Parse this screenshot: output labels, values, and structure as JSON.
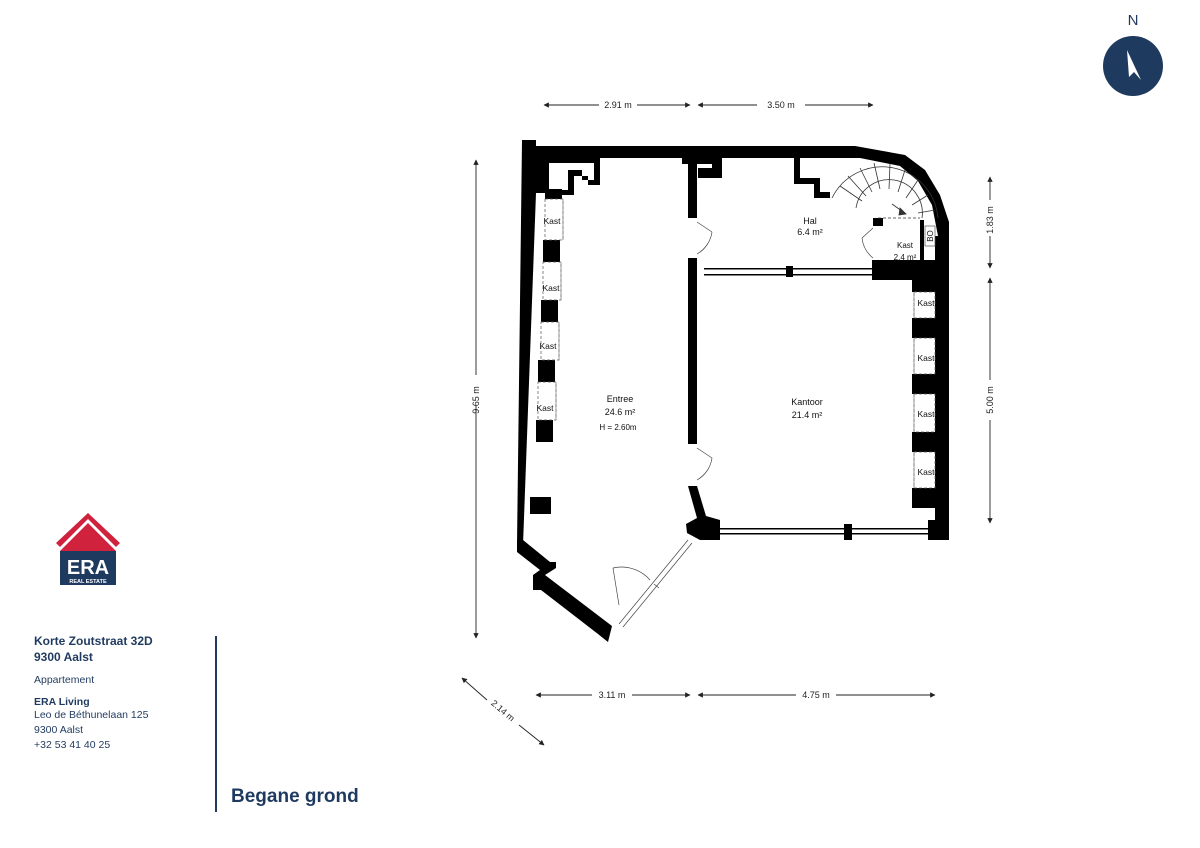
{
  "compass": {
    "north_label": "N"
  },
  "logo": {
    "brand": "ERA",
    "sub": "REAL ESTATE"
  },
  "property": {
    "street": "Korte Zoutstraat 32D",
    "city": "9300 Aalst",
    "type": "Appartement"
  },
  "agency": {
    "name": "ERA Living",
    "street": "Leo de Béthunelaan 125",
    "city": "9300 Aalst",
    "phone": "+32 53 41 40 25"
  },
  "floor_name": "Begane grond",
  "dimensions": {
    "top_left": "2.91 m",
    "top_right": "3.50 m",
    "left": "9.65 m",
    "right_top": "1.83 m",
    "right_bottom": "5.00 m",
    "bottom_left": "3.11 m",
    "bottom_right": "4.75 m",
    "diagonal": "2.14 m"
  },
  "rooms": {
    "entree": {
      "name": "Entree",
      "area": "24.6 m²",
      "height": "H = 2.60m"
    },
    "hal": {
      "name": "Hal",
      "area": "6.4 m²"
    },
    "kast_small": {
      "name": "Kast",
      "area": "2.4 m²"
    },
    "kantoor": {
      "name": "Kantoor",
      "area": "21.4 m²"
    },
    "wardrobe_label": "Kast",
    "appliance_label": "BO"
  },
  "colors": {
    "brand_navy": "#1f3a5f",
    "brand_red": "#d0213d",
    "wall": "#000000"
  }
}
